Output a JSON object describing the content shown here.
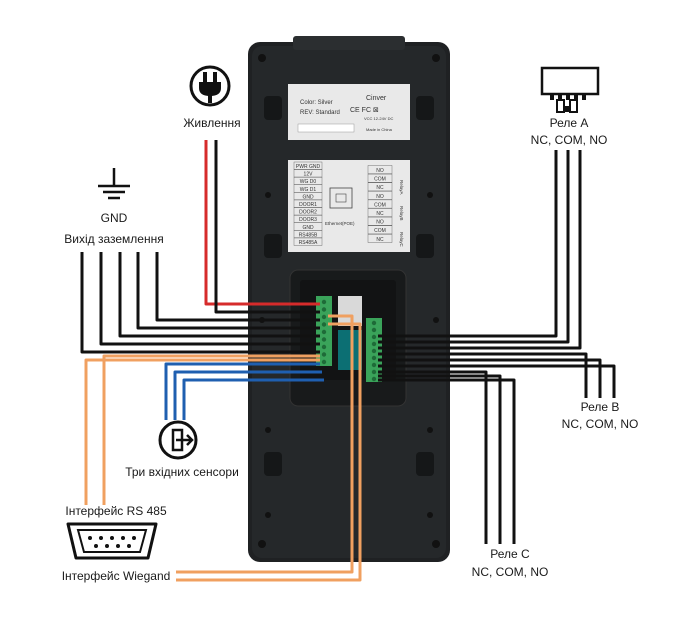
{
  "labels": {
    "power": "Живлення",
    "gnd": "GND",
    "ground_out": "Вихід заземлення",
    "relay_a": "Реле A",
    "relay_a_pins": "NC, COM, NO",
    "relay_b": "Реле B",
    "relay_b_pins": "NC, COM, NO",
    "relay_c": "Реле C",
    "relay_c_pins": "NC, COM, NO",
    "sensors": "Три вхідних сенсори",
    "rs485": "Інтерфейс RS 485",
    "wiegand": "Інтерфейс Wiegand"
  },
  "sticker_top": {
    "brand": "Cinver",
    "color": "Color: Silver",
    "rev": "REV: Standard",
    "marks": "CE FC ⊠",
    "line1": "VCC 12-24V DC",
    "line2": "Made in China"
  },
  "sticker_pins": {
    "left_pins": [
      "PWR GND",
      "12V",
      "WG D0",
      "WG D1",
      "GND",
      "DOOR1",
      "DOOR2",
      "DOOR3",
      "GND",
      "RS485B",
      "RS485A"
    ],
    "ethernet": "Ethernet(POE)",
    "right_pins": [
      "NO",
      "COM",
      "NC",
      "NO",
      "COM",
      "NC",
      "NO",
      "COM",
      "NC"
    ],
    "relay_tags": [
      "RelayA",
      "RelayB",
      "RelayC"
    ]
  },
  "colors": {
    "device": "#1f2123",
    "wire_power": "#d62b2b",
    "wire_black": "#111111",
    "wire_orange": "#f0a060",
    "wire_blue": "#1f5fb0",
    "terminal": "#3aa35a",
    "sticker": "#e9e9e9"
  },
  "icons": [
    "power-plug-icon",
    "ground-icon",
    "relay-icon",
    "sensor-exit-icon",
    "db9-connector-icon"
  ]
}
